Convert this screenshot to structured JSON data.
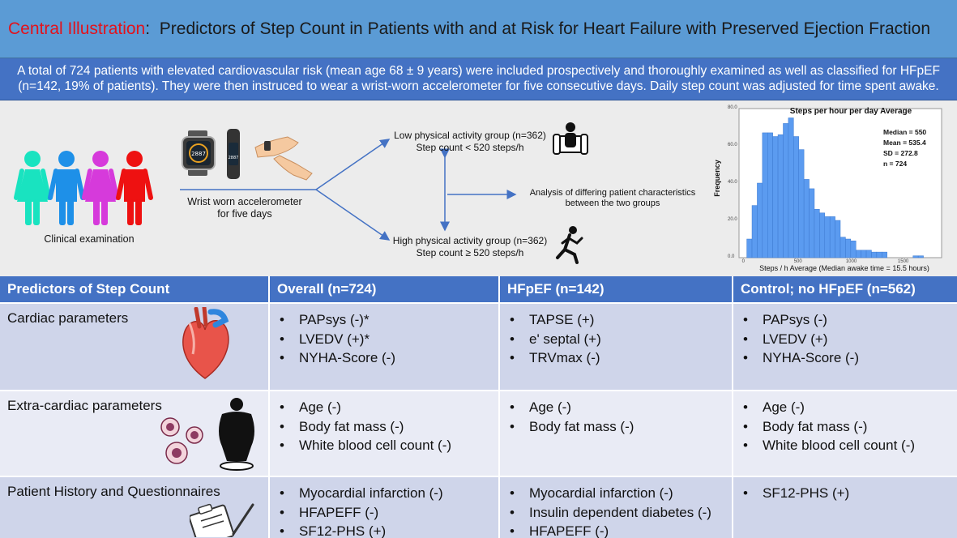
{
  "header": {
    "title_label": "Central Illustration",
    "title_sep": ":",
    "title_text": "Predictors of Step Count in Patients with and at Risk for Heart Failure with Preserved Ejection Fraction"
  },
  "summary": {
    "line1": "A total of 724 patients with elevated cardiovascular risk (mean age 68 ± 9 years) were included prospectively and thoroughly examined as well as classified for HFpEF",
    "line2": "(n=142, 19% of patients). They were then instruced to wear a wrist-worn accelerometer for five consecutive days. Daily step count was adjusted for time spent awake."
  },
  "illustration": {
    "clinical_label": "Clinical examination",
    "device_label_1": "Wrist worn accelerometer",
    "device_label_2": "for five days",
    "watch_number": "2887",
    "low_group_1": "Low physical activity group (n=362)",
    "low_group_2": "Step count < 520 steps/h",
    "high_group_1": "High physical activity group (n=362)",
    "high_group_2": "Step count ≥ 520 steps/h",
    "analysis_1": "Analysis of differing patient characteristics",
    "analysis_2": "between the two groups",
    "person_colors": [
      "#19e3c0",
      "#1e90e8",
      "#d63adb",
      "#ee1111"
    ]
  },
  "chart_data": {
    "type": "bar",
    "title": "Steps per hour per day Average",
    "xlabel": "Steps / h Average (Median awake time = 15.5 hours)",
    "ylabel": "Frequency",
    "xlim": [
      -75,
      1875
    ],
    "ylim": [
      0,
      80
    ],
    "x_ticks": [
      "0",
      "500",
      "1000",
      "1500"
    ],
    "y_ticks": [
      "0.0",
      "20.0",
      "40.0",
      "60.0",
      "80.0"
    ],
    "bin_width": 50,
    "bin_starts": [
      0,
      50,
      100,
      150,
      200,
      250,
      300,
      350,
      400,
      450,
      500,
      550,
      600,
      650,
      700,
      750,
      800,
      850,
      900,
      950,
      1000,
      1050,
      1100,
      1150,
      1200,
      1250,
      1300,
      1350,
      1400,
      1450,
      1500,
      1550,
      1600,
      1650,
      1700,
      1750
    ],
    "values": [
      10,
      28,
      40,
      67,
      67,
      65,
      66,
      72,
      75,
      65,
      58,
      42,
      37,
      26,
      24,
      22,
      22,
      20,
      11,
      10,
      9,
      4,
      4,
      4,
      3,
      3,
      3,
      0,
      0,
      0,
      0,
      0,
      1,
      1,
      0,
      0
    ],
    "stats": [
      "Median = 550",
      "Mean = 535.4",
      "SD = 272.8",
      "n = 724"
    ]
  },
  "table": {
    "headers": [
      "Predictors of Step Count",
      "Overall (n=724)",
      "HFpEF (n=142)",
      "Control; no HFpEF (n=562)"
    ],
    "rows": [
      {
        "label": "Cardiac parameters",
        "overall": [
          "PAPsys (-)*",
          "LVEDV (+)*",
          "NYHA-Score (-)"
        ],
        "hfpef": [
          "TAPSE (+)",
          "e' septal (+)",
          "TRVmax (-)"
        ],
        "control": [
          "PAPsys (-)",
          "LVEDV (+)",
          "NYHA-Score (-)"
        ]
      },
      {
        "label": "Extra-cardiac parameters",
        "overall": [
          "Age (-)",
          "Body fat mass (-)",
          "White blood cell count (-)"
        ],
        "hfpef": [
          "Age (-)",
          "Body fat mass (-)"
        ],
        "control": [
          "Age (-)",
          "Body fat mass (-)",
          "White blood cell count (-)"
        ]
      },
      {
        "label": "Patient History and Questionnaires",
        "overall": [
          "Myocardial infarction (-)",
          "HFAPEFF (-)",
          "SF12-PHS (+)"
        ],
        "hfpef": [
          "Myocardial infarction (-)",
          "Insulin dependent diabetes (-)",
          "HFAPEFF (-)"
        ],
        "control": [
          "SF12-PHS (+)"
        ]
      }
    ]
  }
}
